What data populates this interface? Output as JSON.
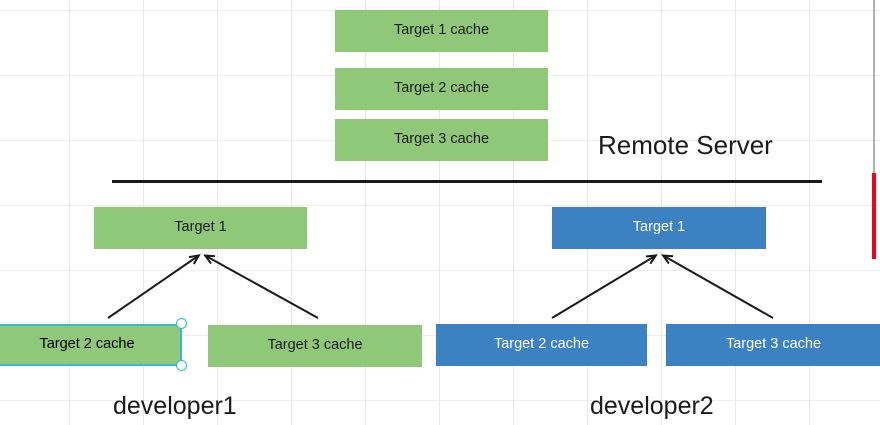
{
  "diagram": {
    "title_remote_server": "Remote Server",
    "developer_left": "developer1",
    "developer_right": "developer2",
    "colors": {
      "green_fill": "#8fc878",
      "blue_fill": "#3c82c3",
      "selection_stroke": "#35b8d9",
      "edge_stroke": "#1a1a1a",
      "grid_line": "#e8e8e8",
      "red_marker": "#f50018",
      "page_edge": "#b0b0b0"
    },
    "server_caches": [
      {
        "label": "Target 1 cache"
      },
      {
        "label": "Target 2 cache"
      },
      {
        "label": "Target 3 cache"
      }
    ],
    "developer1": {
      "root": {
        "label": "Target 1"
      },
      "children": [
        {
          "label": "Target 2 cache",
          "selected": true
        },
        {
          "label": "Target 3 cache",
          "selected": false
        }
      ]
    },
    "developer2": {
      "root": {
        "label": "Target 1"
      },
      "children": [
        {
          "label": "Target 2 cache",
          "selected": false
        },
        {
          "label": "Target 3 cache",
          "selected": false
        }
      ]
    }
  }
}
